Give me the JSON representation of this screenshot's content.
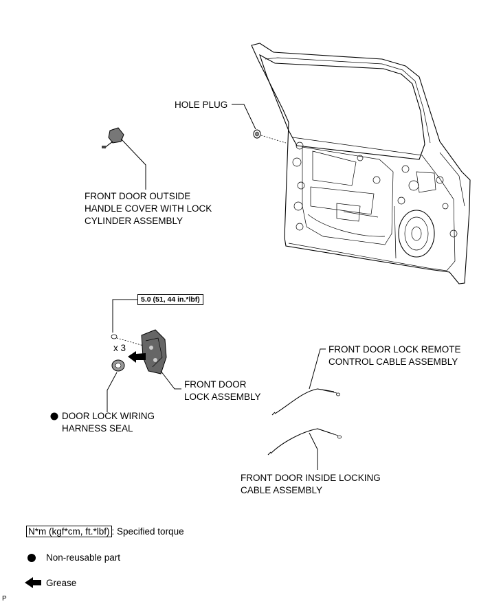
{
  "labels": {
    "hole_plug": "HOLE PLUG",
    "outside_handle_cover": [
      "FRONT DOOR OUTSIDE",
      "HANDLE COVER WITH LOCK",
      "CYLINDER ASSEMBLY"
    ],
    "torque_value": "5.0 (51, 44 in.*lbf)",
    "quantity": "x 3",
    "door_lock_assembly": [
      "FRONT DOOR",
      "LOCK ASSEMBLY"
    ],
    "wiring_harness_seal": [
      "DOOR LOCK WIRING",
      "HARNESS SEAL"
    ],
    "remote_control_cable": [
      "FRONT DOOR LOCK REMOTE",
      "CONTROL CABLE ASSEMBLY"
    ],
    "inside_locking_cable": [
      "FRONT DOOR INSIDE LOCKING",
      "CABLE ASSEMBLY"
    ]
  },
  "legend": {
    "torque_box": "N*m (kgf*cm, ft.*lbf)",
    "torque_text": ": Specified torque",
    "nonreusable_text": "Non-reusable part",
    "grease_text": "Grease"
  },
  "corner_mark": "P"
}
